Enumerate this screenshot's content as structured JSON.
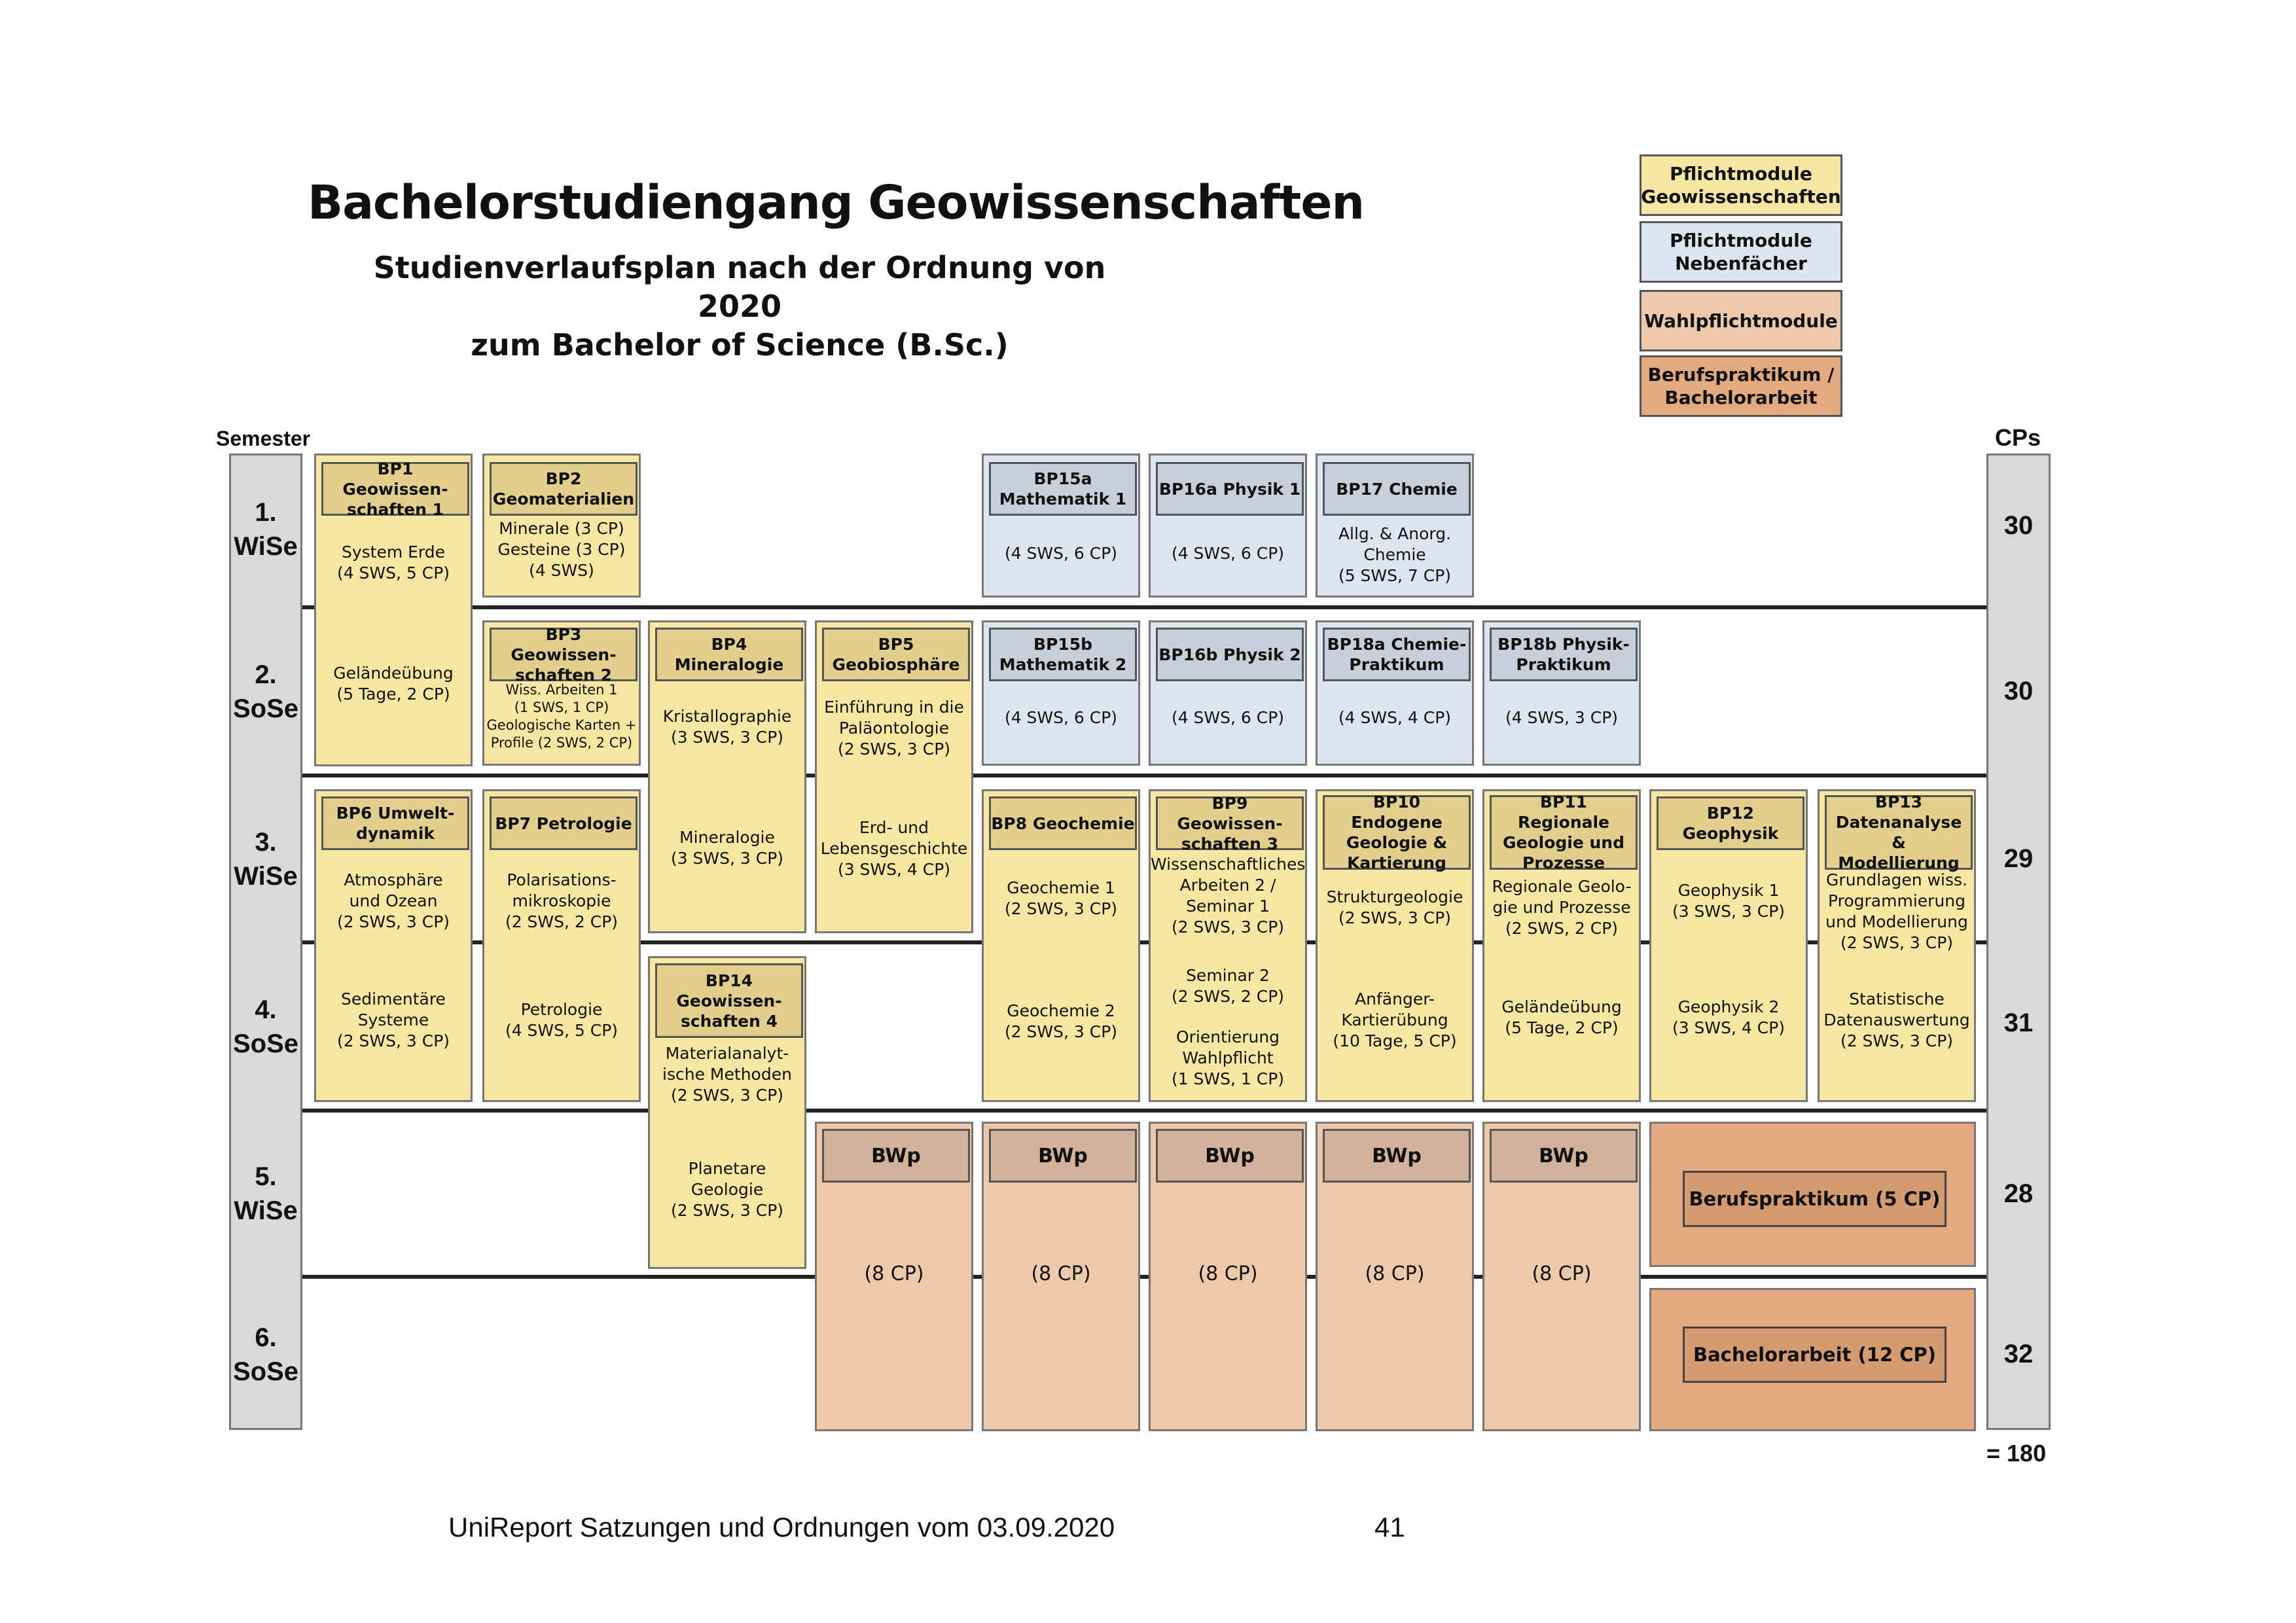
{
  "title": "Bachelorstudiengang Geowissenschaften",
  "subtitle": "Studienverlaufsplan nach der Ordnung von 2020\nzum Bachelor of Science (B.Sc.)",
  "colors": {
    "geo": "#f8e6a3",
    "geo_head": "#e2cf8d",
    "neben": "#dde5f1",
    "neben_head": "#c9cfda",
    "wahl": "#ecc9ab",
    "wahl_head": "#d2b29a",
    "beruf": "#e3aa7f",
    "beruf_head": "#d49a70",
    "semester_col": "#d9d9d9"
  },
  "legend": [
    {
      "label": "Pflichtmodule\nGeowissenschaften",
      "color": "#f8e6a3"
    },
    {
      "label": "Pflichtmodule\nNebenfächer",
      "color": "#dde5f1"
    },
    {
      "label": "Wahlpflichtmodule",
      "color": "#ecc9ab"
    },
    {
      "label": "Berufspraktikum /\nBachelorarbeit",
      "color": "#e3aa7f"
    }
  ],
  "axis": {
    "semester_header": "Semester",
    "cps_header": "CPs",
    "total": "= 180"
  },
  "semesters": [
    {
      "label": "1.\nWiSe",
      "cp": "30"
    },
    {
      "label": "2.\nSoSe",
      "cp": "30"
    },
    {
      "label": "3.\nWiSe",
      "cp": "29"
    },
    {
      "label": "4.\nSoSe",
      "cp": "31"
    },
    {
      "label": "5.\nWiSe",
      "cp": "28"
    },
    {
      "label": "6.\nSoSe",
      "cp": "32"
    }
  ],
  "modules": {
    "bp1": {
      "head": "BP1 Geowissen-\nschaften 1",
      "t1": "System Erde\n(4 SWS, 5 CP)",
      "t2": "Geländeübung\n(5 Tage, 2 CP)"
    },
    "bp2": {
      "head": "BP2\nGeomaterialien",
      "t1": "Minerale (3 CP)\nGesteine (3 CP)\n(4 SWS)"
    },
    "bp15a": {
      "head": "BP15a\nMathematik 1",
      "t1": "(4 SWS, 6 CP)"
    },
    "bp16a": {
      "head": "BP16a Physik 1",
      "t1": "(4 SWS, 6 CP)"
    },
    "bp17": {
      "head": "BP17 Chemie",
      "t1": "Allg. & Anorg.\nChemie\n(5 SWS, 7 CP)"
    },
    "bp3": {
      "head": "BP3 Geowissen-\nschaften 2",
      "t1": "Wiss. Arbeiten 1\n(1 SWS, 1 CP)\nGeologische Karten +\nProfile (2 SWS, 2 CP)"
    },
    "bp4": {
      "head": "BP4 Mineralogie",
      "t1": "Kristallographie\n(3 SWS, 3 CP)",
      "t2": "Mineralogie\n(3 SWS, 3 CP)"
    },
    "bp5": {
      "head": "BP5\nGeobiosphäre",
      "t1": "Einführung in die\nPaläontologie\n(2 SWS, 3 CP)",
      "t2": "Erd- und\nLebensgeschichte\n(3 SWS, 4 CP)"
    },
    "bp15b": {
      "head": "BP15b\nMathematik 2",
      "t1": "(4 SWS, 6 CP)"
    },
    "bp16b": {
      "head": "BP16b Physik 2",
      "t1": "(4 SWS, 6 CP)"
    },
    "bp18a": {
      "head": "BP18a Chemie-\nPraktikum",
      "t1": "(4 SWS, 4 CP)"
    },
    "bp18b": {
      "head": "BP18b Physik-\nPraktikum",
      "t1": "(4 SWS, 3 CP)"
    },
    "bp6": {
      "head": "BP6 Umwelt-\ndynamik",
      "t1": "Atmosphäre\nund Ozean\n(2 SWS, 3 CP)",
      "t2": "Sedimentäre\nSysteme\n(2 SWS, 3 CP)"
    },
    "bp7": {
      "head": "BP7 Petrologie",
      "t1": "Polarisations-\nmikroskopie\n(2 SWS, 2 CP)",
      "t2": "Petrologie\n(4 SWS, 5 CP)"
    },
    "bp8": {
      "head": "BP8 Geochemie",
      "t1": "Geochemie 1\n(2 SWS, 3 CP)",
      "t2": "Geochemie 2\n(2 SWS, 3 CP)"
    },
    "bp9": {
      "head": "BP9 Geowissen-\nschaften 3",
      "t1": "Wissenschaftliches\nArbeiten 2 /\nSeminar 1\n(2 SWS, 3 CP)",
      "t2": "Seminar 2\n(2 SWS, 2 CP)",
      "t3": "Orientierung\nWahlpflicht\n(1 SWS, 1 CP)"
    },
    "bp10": {
      "head": "BP10 Endogene\nGeologie &\nKartierung",
      "t1": "Strukturgeologie\n(2 SWS, 3 CP)",
      "t2": "Anfänger-\nKartierübung\n(10 Tage, 5 CP)"
    },
    "bp11": {
      "head": "BP11 Regionale\nGeologie und\nProzesse",
      "t1": "Regionale Geolo-\ngie und Prozesse\n(2 SWS, 2 CP)",
      "t2": "Geländeübung\n(5 Tage, 2 CP)"
    },
    "bp12": {
      "head": "BP12 Geophysik",
      "t1": "Geophysik 1\n(3 SWS, 3 CP)",
      "t2": "Geophysik 2\n(3 SWS, 4 CP)"
    },
    "bp13": {
      "head": "BP13\nDatenanalyse &\nModellierung",
      "t1": "Grundlagen wiss.\nProgrammierung\nund Modellierung\n(2 SWS, 3 CP)",
      "t2": "Statistische\nDatenauswertung\n(2 SWS, 3 CP)"
    },
    "bp14": {
      "head": "BP14\nGeowissen-\nschaften 4",
      "t1": "Materialanalyt-\nische Methoden\n(2 SWS, 3 CP)",
      "t2": "Planetare\nGeologie\n(2 SWS, 3 CP)"
    },
    "bwp": {
      "head": "BWp",
      "t1": "(8 CP)"
    },
    "berufspraktikum": {
      "label": "Berufspraktikum (5 CP)"
    },
    "bachelorarbeit": {
      "label": "Bachelorarbeit (12 CP)"
    }
  },
  "footer": {
    "left": "UniReport Satzungen und Ordnungen vom 03.09.2020",
    "page": "41"
  }
}
